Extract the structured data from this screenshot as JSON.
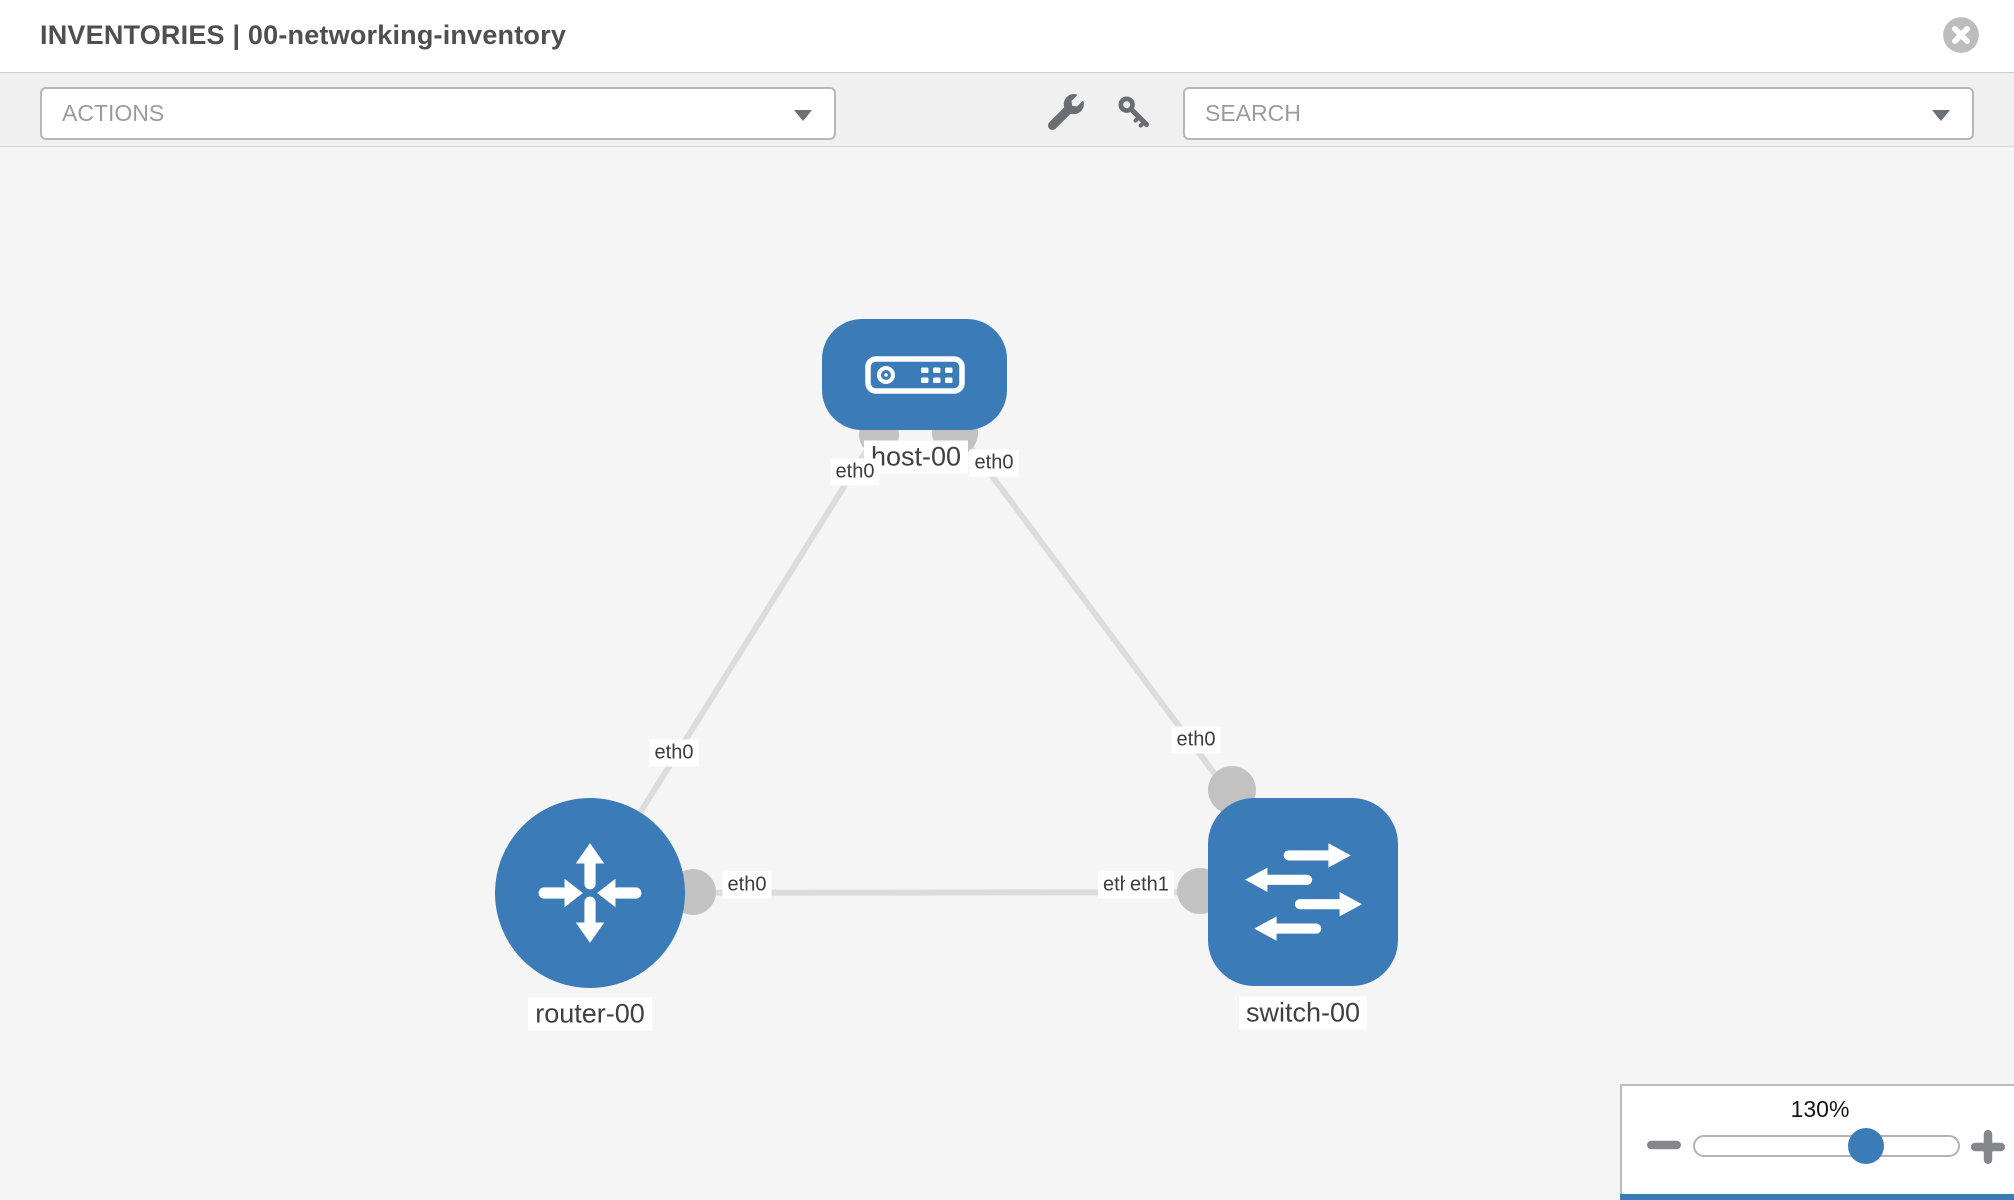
{
  "header": {
    "title": "INVENTORIES | 00-networking-inventory"
  },
  "toolbar": {
    "actions_label": "ACTIONS",
    "search_placeholder": "SEARCH",
    "icons": [
      "wrench-icon",
      "key-icon"
    ]
  },
  "topology": {
    "nodes": [
      {
        "label": "host-00",
        "type": "host"
      },
      {
        "label": "router-00",
        "type": "router"
      },
      {
        "label": "switch-00",
        "type": "switch"
      }
    ],
    "links": [
      {
        "source": "host-00",
        "target": "router-00",
        "source_interface": "eth0",
        "target_interface": "eth0"
      },
      {
        "source": "host-00",
        "target": "switch-00",
        "source_interface": "eth0",
        "target_interface": "eth0"
      },
      {
        "source": "router-00",
        "target": "switch-00",
        "source_interface": "eth0",
        "target_interface": "eth1"
      }
    ]
  },
  "zoom_control": {
    "level": "130%"
  },
  "colors": {
    "node_blue": "#3b7cb8",
    "link_gray": "#dcdcdc",
    "port_gray": "#c2c2c2",
    "toolbar_bg": "#f0f0f0",
    "canvas_bg": "#f5f5f6"
  }
}
